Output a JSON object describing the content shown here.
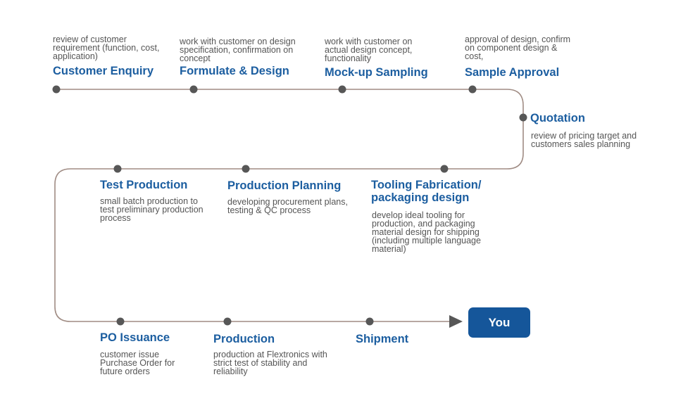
{
  "colors": {
    "line": "#a08c84",
    "dot": "#575757",
    "title": "#1c5ea0",
    "desc": "#555555",
    "button": "#15569a"
  },
  "steps": [
    {
      "title": "Customer Enquiry",
      "desc": "review of customer requirement (function, cost, application)"
    },
    {
      "title": "Formulate & Design",
      "desc": "work with customer on design specification, confirmation on concept"
    },
    {
      "title": "Mock-up Sampling",
      "desc": "work with customer on actual design concept, functionality"
    },
    {
      "title": "Sample Approval",
      "desc": "approval of design, confirm on component design & cost,"
    },
    {
      "title": "Quotation",
      "desc": "review of pricing target and customers sales planning"
    },
    {
      "title": "Tooling Fabrication/ packaging design",
      "desc": "develop ideal tooling for production, and packaging material design for shipping (including multiple language material)"
    },
    {
      "title": "Production Planning",
      "desc": "developing procurement plans, testing & QC process"
    },
    {
      "title": "Test Production",
      "desc": "small batch production to test preliminary production process"
    },
    {
      "title": "PO Issuance",
      "desc": "customer issue Purchase Order for future orders"
    },
    {
      "title": "Production",
      "desc": "production at Flextronics with strict test of stability and reliability"
    },
    {
      "title": "Shipment",
      "desc": ""
    }
  ],
  "you_button": {
    "label": "You"
  },
  "arrow_icon": "triangle-arrow-right"
}
